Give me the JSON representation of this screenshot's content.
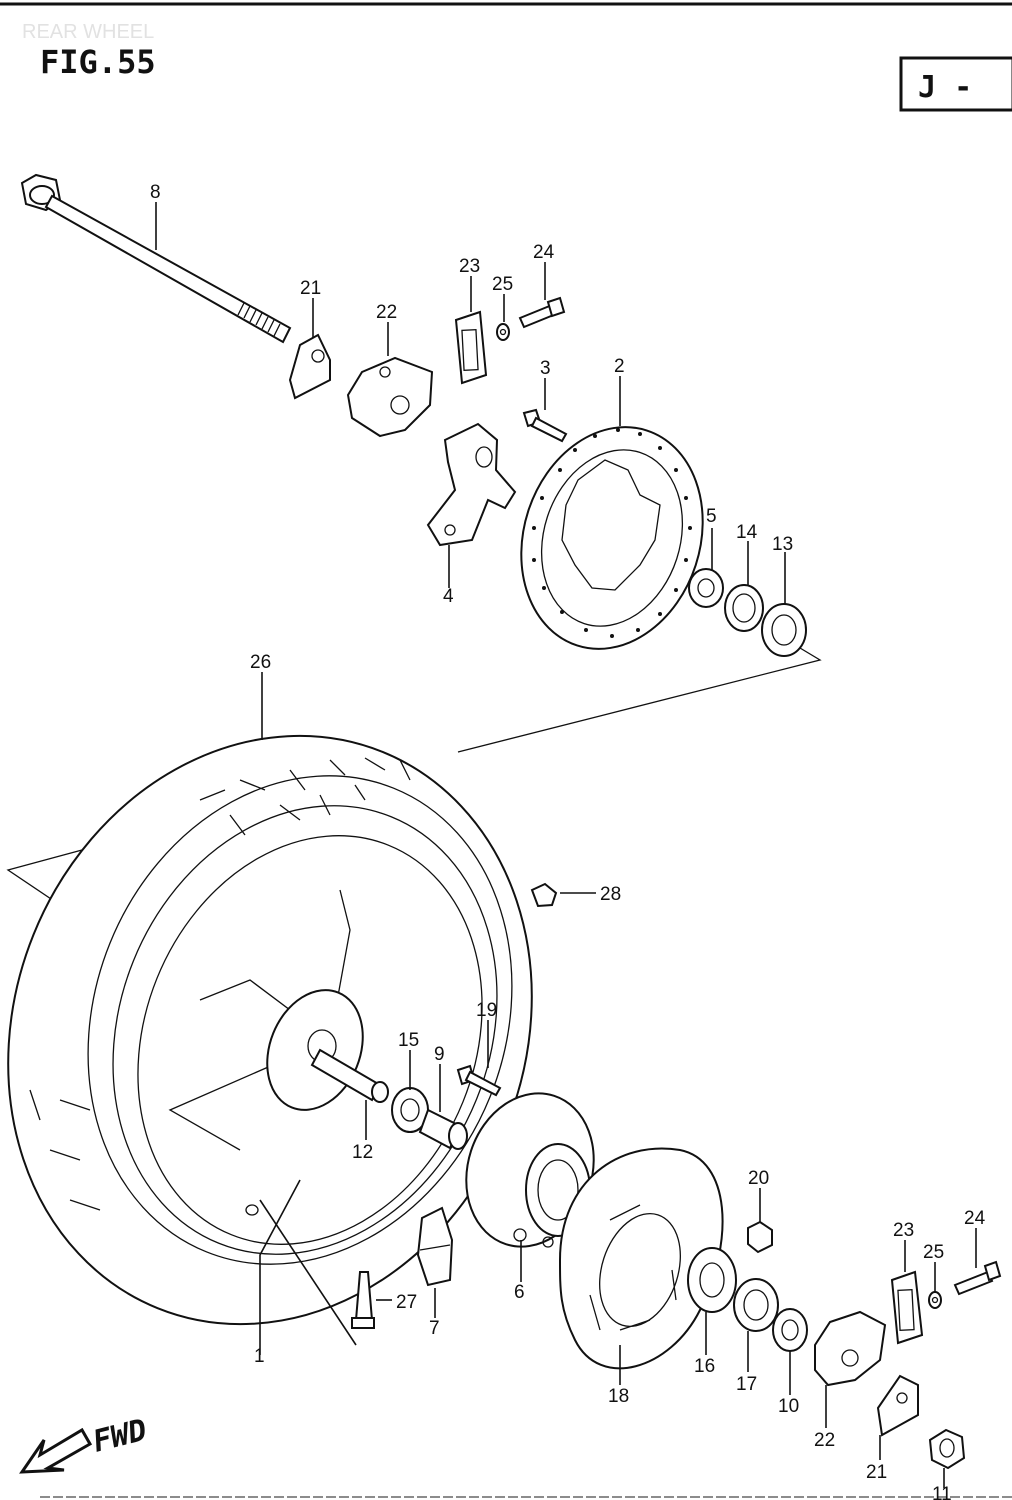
{
  "header": {
    "faint_title": "REAR WHEEL",
    "fig_label": "FIG.55",
    "variant_code": "J -"
  },
  "orientation": {
    "label": "FWD"
  },
  "callouts": [
    {
      "id": "c1",
      "text": "1"
    },
    {
      "id": "c2",
      "text": "2"
    },
    {
      "id": "c3",
      "text": "3"
    },
    {
      "id": "c4",
      "text": "4"
    },
    {
      "id": "c5",
      "text": "5"
    },
    {
      "id": "c6",
      "text": "6"
    },
    {
      "id": "c7",
      "text": "7"
    },
    {
      "id": "c8",
      "text": "8"
    },
    {
      "id": "c9",
      "text": "9"
    },
    {
      "id": "c10",
      "text": "10"
    },
    {
      "id": "c11",
      "text": "11"
    },
    {
      "id": "c12",
      "text": "12"
    },
    {
      "id": "c13",
      "text": "13"
    },
    {
      "id": "c14",
      "text": "14"
    },
    {
      "id": "c15",
      "text": "15"
    },
    {
      "id": "c16",
      "text": "16"
    },
    {
      "id": "c17",
      "text": "17"
    },
    {
      "id": "c18",
      "text": "18"
    },
    {
      "id": "c19",
      "text": "19"
    },
    {
      "id": "c20",
      "text": "20"
    },
    {
      "id": "c21a",
      "text": "21"
    },
    {
      "id": "c21b",
      "text": "21"
    },
    {
      "id": "c22a",
      "text": "22"
    },
    {
      "id": "c22b",
      "text": "22"
    },
    {
      "id": "c23a",
      "text": "23"
    },
    {
      "id": "c23b",
      "text": "23"
    },
    {
      "id": "c24a",
      "text": "24"
    },
    {
      "id": "c24b",
      "text": "24"
    },
    {
      "id": "c25a",
      "text": "25"
    },
    {
      "id": "c25b",
      "text": "25"
    },
    {
      "id": "c26",
      "text": "26"
    },
    {
      "id": "c27",
      "text": "27"
    },
    {
      "id": "c28",
      "text": "28"
    }
  ]
}
